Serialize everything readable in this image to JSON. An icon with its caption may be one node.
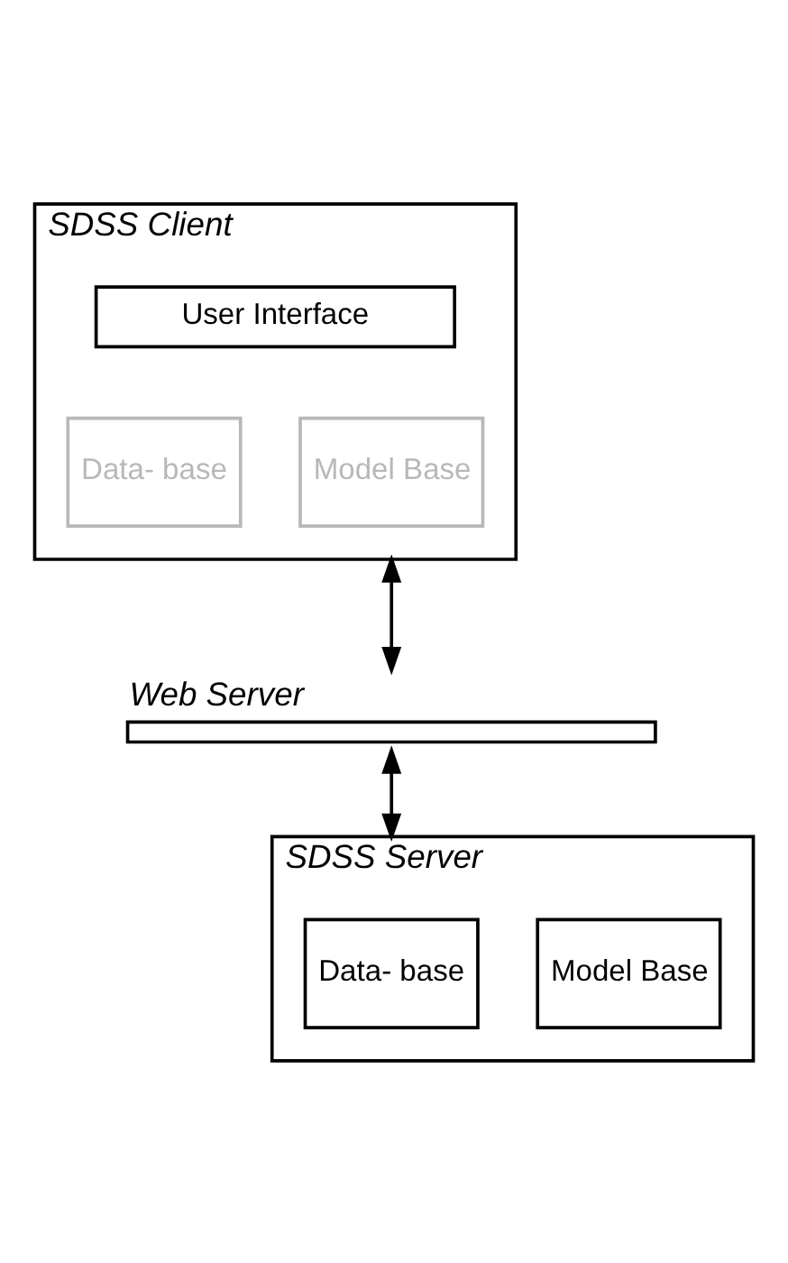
{
  "diagram": {
    "nodes": [
      {
        "text": [
          "SDSS Client"
        ]
      },
      {
        "text": [
          "User Interface"
        ],
        "in": 0
      },
      {
        "text": [
          "Data- base"
        ],
        "in": 0
      },
      {
        "text": [
          "Model Base"
        ],
        "in": 0
      },
      {
        "text": [
          "Web Server"
        ]
      },
      {
        "text": [
          "SDSS Server"
        ]
      },
      {
        "text": [
          "Data- base"
        ],
        "in": 5
      },
      {
        "text": [
          "Model Base"
        ],
        "in": 5
      }
    ],
    "edges": [
      {
        "from": 0,
        "to": 4,
        "arrow": "both"
      },
      {
        "from": 4,
        "to": 5,
        "arrow": "both"
      }
    ]
  }
}
